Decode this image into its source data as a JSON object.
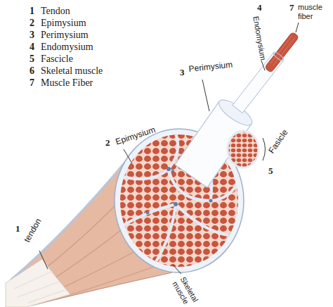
{
  "diagram": {
    "labels": [
      "1",
      "Tendon",
      "2",
      "Epimysium",
      "3",
      "Perimysium",
      "4",
      "Endomysium",
      "5",
      "Fascicle",
      "6",
      "Skeletal muscle",
      "7",
      "Muscle Fiber",
      "7",
      "muscle fiber",
      "4",
      "Endomysium",
      "3",
      "Perimysium",
      "2",
      "Epimysium",
      "Fasicle",
      "5",
      "1",
      "tendon",
      "Skeletal muscle"
    ]
  }
}
